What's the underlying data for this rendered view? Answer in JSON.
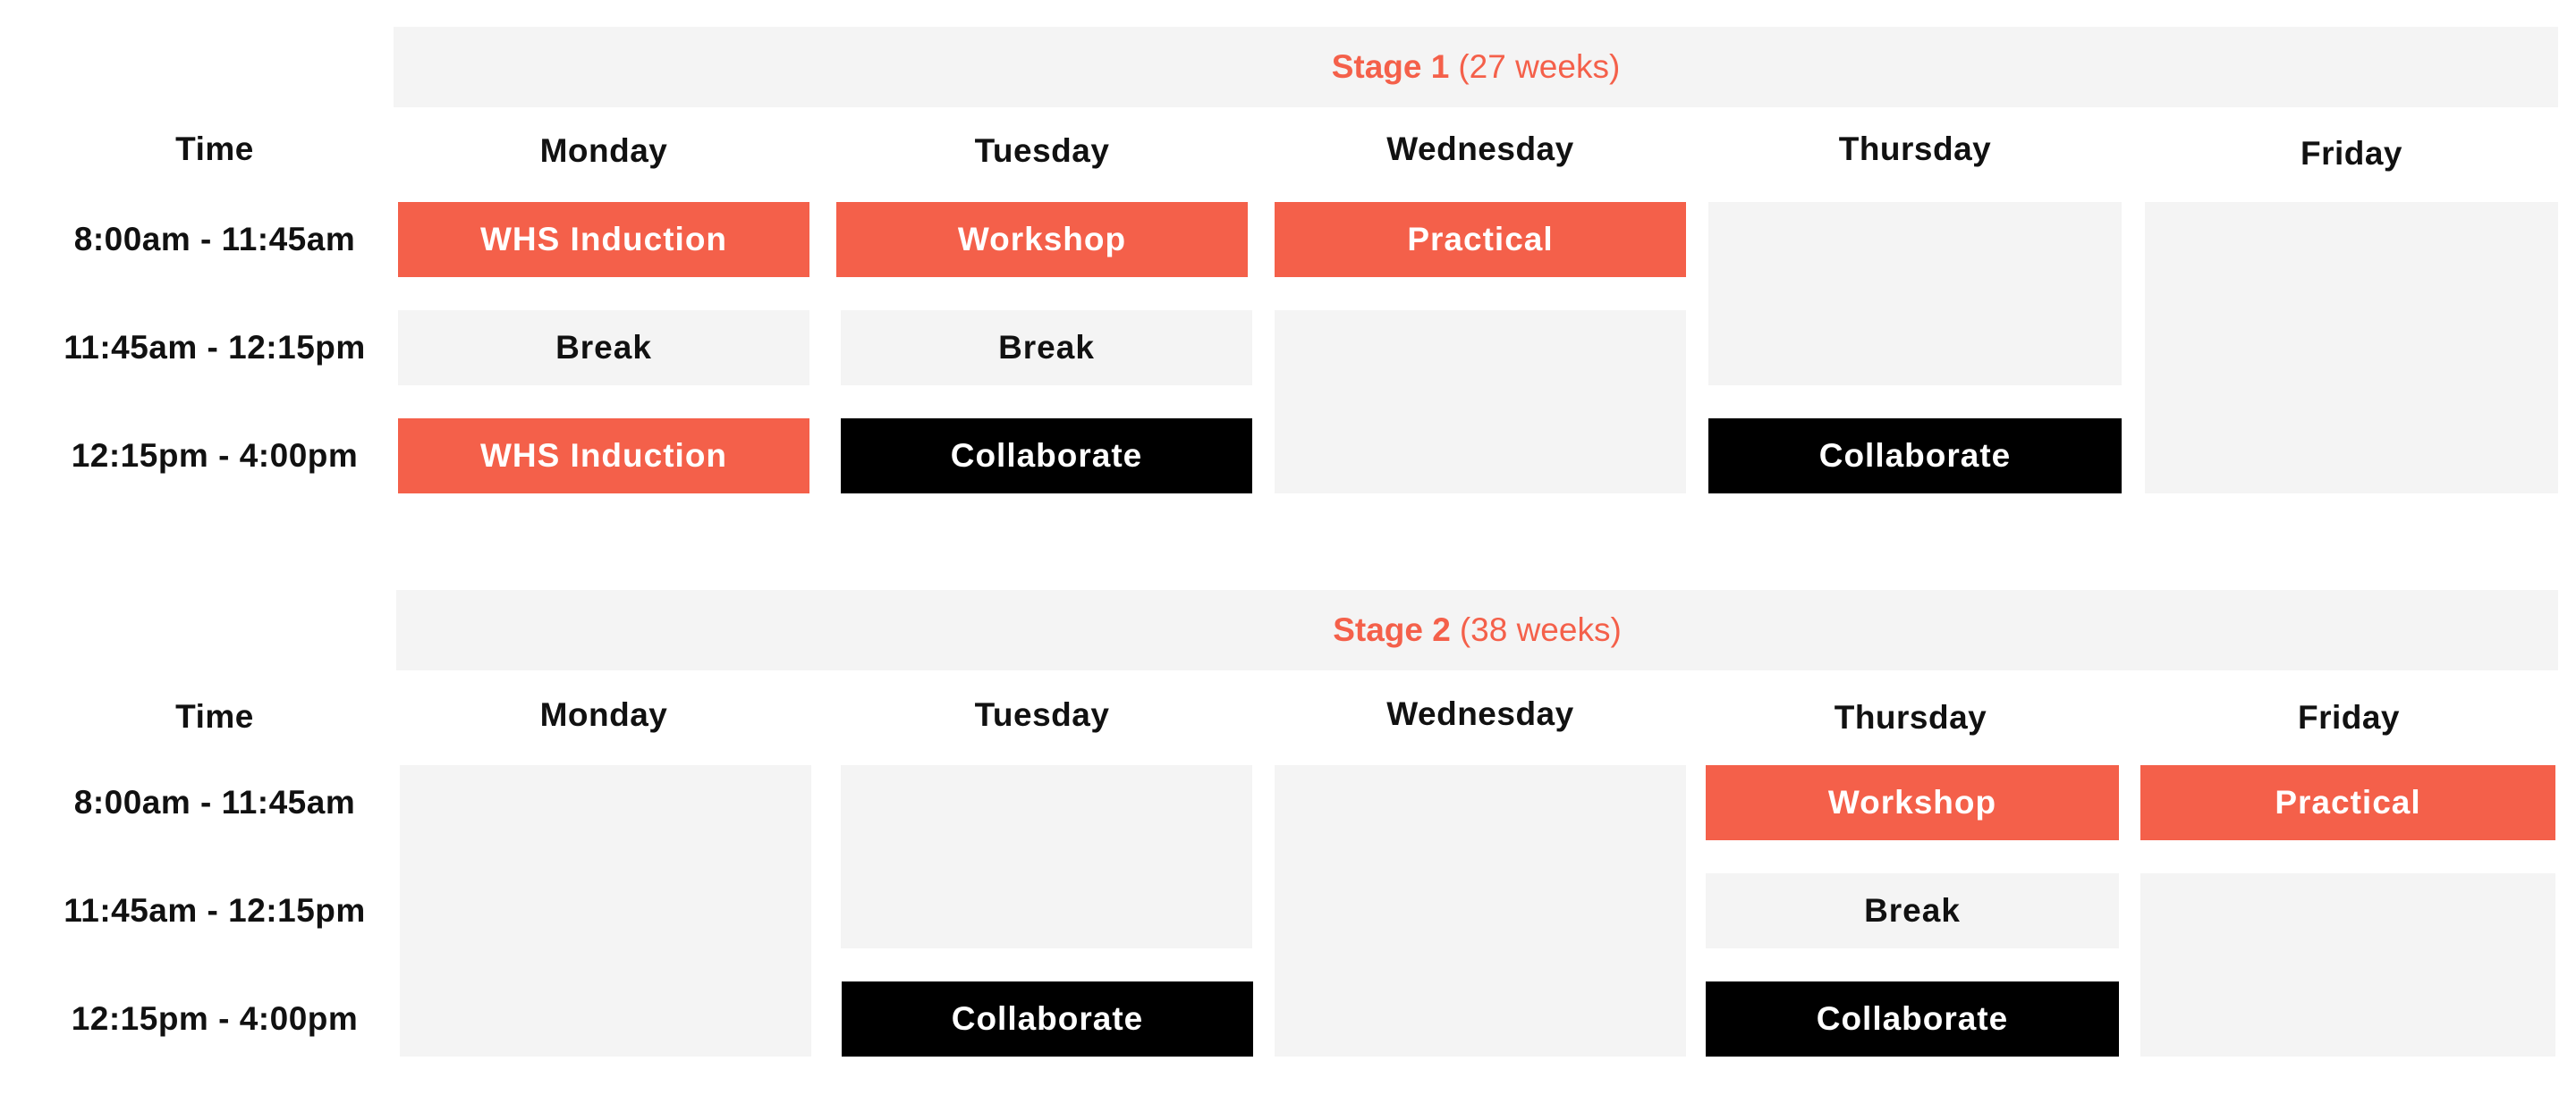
{
  "colors": {
    "accent": "#f4604a",
    "dark": "#000000",
    "light_grey": "#f4f4f4"
  },
  "times": [
    "8:00am - 11:45am",
    "11:45am - 12:15pm",
    "12:15pm - 4:00pm"
  ],
  "stages": [
    {
      "title": "Stage 1",
      "duration": "(27 weeks)",
      "time_header": "Time",
      "days": [
        "Monday",
        "Tuesday",
        "Wednesday",
        "Thursday",
        "Friday"
      ],
      "sessions": {
        "mon_morning": "WHS Induction",
        "mon_break": "Break",
        "mon_afternoon": "WHS Induction",
        "tue_morning": "Workshop",
        "tue_break": "Break",
        "tue_afternoon": "Collaborate",
        "wed_morning": "Practical",
        "thu_afternoon": "Collaborate"
      }
    },
    {
      "title": "Stage 2",
      "duration": "(38 weeks)",
      "time_header": "Time",
      "days": [
        "Monday",
        "Tuesday",
        "Wednesday",
        "Thursday",
        "Friday"
      ],
      "sessions": {
        "tue_afternoon": "Collaborate",
        "thu_morning": "Workshop",
        "thu_break": "Break",
        "thu_afternoon": "Collaborate",
        "fri_morning": "Practical"
      }
    }
  ]
}
